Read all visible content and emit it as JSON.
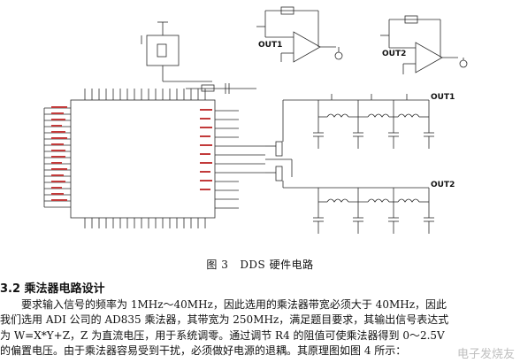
{
  "figure": {
    "out1": "OUT1",
    "out2": "OUT2",
    "caption_num": "图 3",
    "caption_text": "DDS 硬件电路"
  },
  "section": {
    "title": "3.2 乘法器电路设计"
  },
  "body_lines": [
    "要求输入信号的频率为 1MHz～40MHz，因此选用的乘法器带宽必须大于 40MHz，因此",
    "我们选用 ADI 公司的 AD835 乘法器，其带宽为 250MHz，满足题目要求，其输出信号表达式",
    "为 W=X*Y+Z，Z 为直流电压，用于系统调零。通过调节 R4 的阻值可使乘法器得到 0～2.5V",
    "的偏置电压。由于乘法器容易受到干扰，必须做好电源的退耦。其原理图如图 4 所示："
  ],
  "watermark": "电子发烧友"
}
